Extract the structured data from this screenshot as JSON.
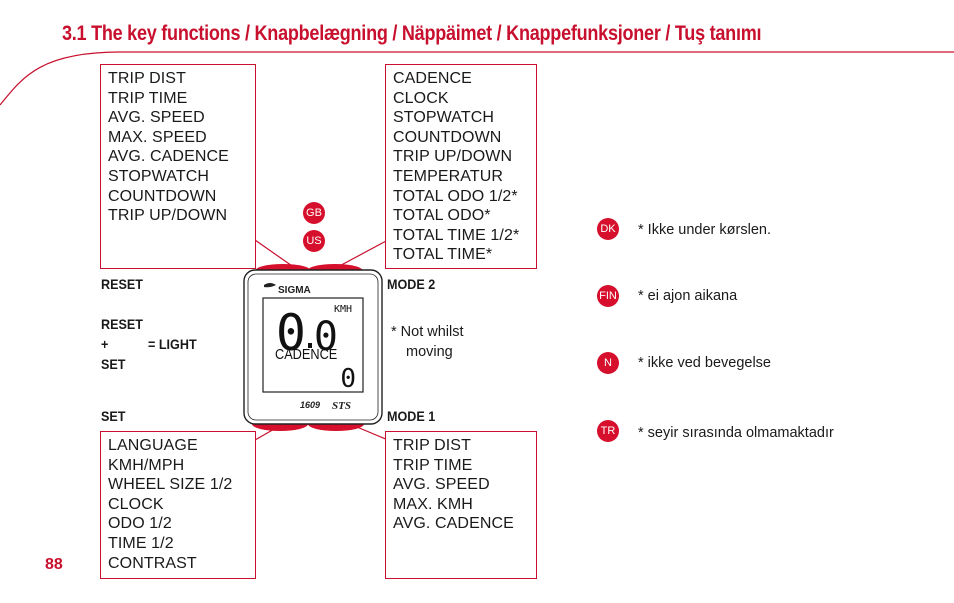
{
  "title": "3.1 The key functions / Knapbelægning / Näppäimet / Knappefunksjoner / Tuş tanımı",
  "box_top_left": [
    "TRIP DIST",
    "TRIP TIME",
    "AVG. SPEED",
    "MAX. SPEED",
    "AVG. CADENCE",
    "STOPWATCH",
    "COUNTDOWN",
    "TRIP UP/DOWN"
  ],
  "box_top_right": [
    "CADENCE",
    "CLOCK",
    "STOPWATCH",
    "COUNTDOWN",
    "TRIP UP/DOWN",
    "TEMPERATUR",
    "TOTAL ODO 1/2*",
    "TOTAL ODO*",
    "TOTAL TIME 1/2*",
    "TOTAL TIME*"
  ],
  "box_bottom_left": [
    "LANGUAGE",
    "KMH/MPH",
    "WHEEL SIZE 1/2",
    "CLOCK",
    "ODO 1/2",
    "TIME 1/2",
    "CONTRAST"
  ],
  "box_bottom_right": [
    "TRIP DIST",
    "TRIP TIME",
    "AVG. SPEED",
    "MAX. KMH",
    "AVG. CADENCE"
  ],
  "labels": {
    "reset": "RESET",
    "reset2": "RESET",
    "plus": "+",
    "light": "= LIGHT",
    "set_combo": "SET",
    "set": "SET",
    "mode2": "MODE 2",
    "mode1": "MODE 1"
  },
  "not_whilst": [
    "* Not whilst",
    "moving"
  ],
  "badges": {
    "gb": "GB",
    "us": "US",
    "dk": "DK",
    "fin": "FIN",
    "n": "N",
    "tr": "TR"
  },
  "notes": {
    "dk": "* Ikke under kørslen.",
    "fin": "*  ei ajon aikana",
    "n": "* ikke ved bevegelse",
    "tr": "*  seyir sırasında olmamaktadır"
  },
  "device": {
    "brand": "SIGMA",
    "speed_value": "0.0",
    "speed_unit": "KMH",
    "function_label": "CADENCE",
    "function_value": "0",
    "model": "1609",
    "model_suffix": "STS"
  },
  "page_number": "88",
  "colors": {
    "accent": "#c8102e"
  }
}
